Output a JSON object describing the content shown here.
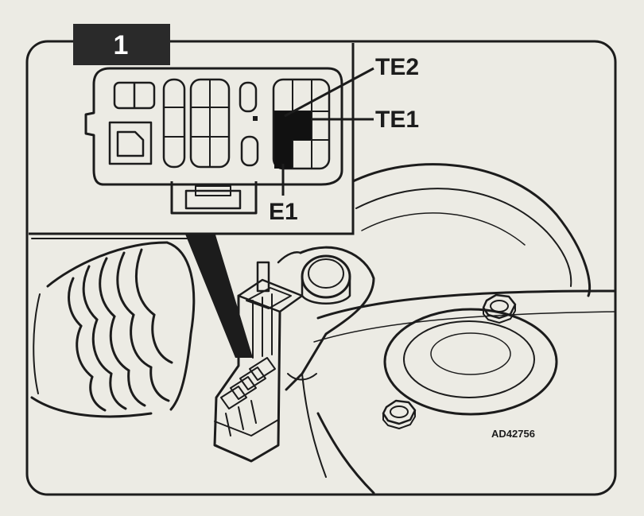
{
  "figure": {
    "step_number": "1",
    "reference_code": "AD42756"
  },
  "connector_inset": {
    "labels": {
      "te2": "TE2",
      "te1": "TE1",
      "e1": "E1"
    }
  },
  "colors": {
    "paper": "#ecebe4",
    "ink": "#1c1c1c",
    "badge": "#2a2a2a",
    "badge_text": "#ffffff",
    "highlight_terminal": "#111111"
  }
}
